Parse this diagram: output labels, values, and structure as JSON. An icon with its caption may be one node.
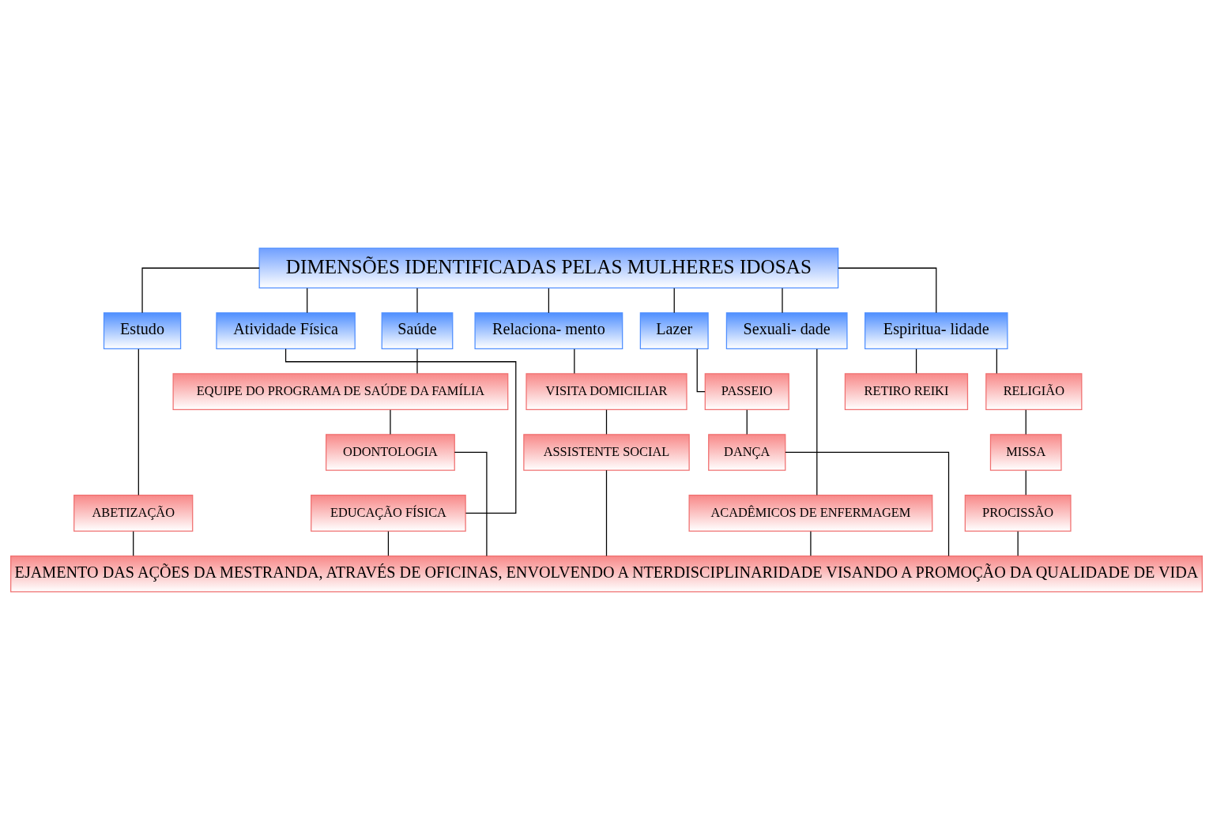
{
  "diagram": {
    "nodes": [
      {
        "text": [
          "DIMENSÕES IDENTIFICADAS PELAS MULHERES IDOSAS"
        ]
      },
      {
        "text": [
          "Estudo"
        ]
      },
      {
        "text": [
          "Atividade Física"
        ]
      },
      {
        "text": [
          "Saúde"
        ]
      },
      {
        "text": [
          "Relaciona- mento"
        ]
      },
      {
        "text": [
          "Lazer"
        ]
      },
      {
        "text": [
          "Sexuali- dade"
        ]
      },
      {
        "text": [
          "Espiritua- lidade"
        ]
      },
      {
        "text": [
          "ABETIZAÇÃO"
        ]
      },
      {
        "text": [
          "EDUCAÇÃO FÍSICA"
        ]
      },
      {
        "text": [
          "EQUIPE DO PROGRAMA DE SAÚDE DA FAMÍLIA"
        ]
      },
      {
        "text": [
          "ODONTOLOGIA"
        ]
      },
      {
        "text": [
          "VISITA DOMICILIAR"
        ]
      },
      {
        "text": [
          "ASSISTENTE SOCIAL"
        ]
      },
      {
        "text": [
          "PASSEIO"
        ]
      },
      {
        "text": [
          "DANÇA"
        ]
      },
      {
        "text": [
          "ACADÊMICOS DE ENFERMAGEM"
        ]
      },
      {
        "text": [
          "RETIRO REIKI"
        ]
      },
      {
        "text": [
          "RELIGIÃO"
        ]
      },
      {
        "text": [
          "MISSA"
        ]
      },
      {
        "text": [
          "PROCISSÃO"
        ]
      },
      {
        "text": [
          "EJAMENTO DAS AÇÕES DA MESTRANDA, ATRAVÉS DE OFICINAS, ENVOLVENDO A NTERDISCIPLINARIDADE VISANDO A PROMOÇÃO DA QUALIDADE DE VIDA"
        ]
      }
    ],
    "edges": [
      {
        "from": 0,
        "to": 1,
        "arrow": "none"
      },
      {
        "from": 0,
        "to": 2,
        "arrow": "none"
      },
      {
        "from": 0,
        "to": 3,
        "arrow": "none"
      },
      {
        "from": 0,
        "to": 4,
        "arrow": "none"
      },
      {
        "from": 0,
        "to": 5,
        "arrow": "none"
      },
      {
        "from": 0,
        "to": 6,
        "arrow": "none"
      },
      {
        "from": 0,
        "to": 7,
        "arrow": "none"
      },
      {
        "from": 1,
        "to": 8,
        "arrow": "none"
      },
      {
        "from": 8,
        "to": 21,
        "arrow": "none"
      },
      {
        "from": 2,
        "to": 9,
        "arrow": "none"
      },
      {
        "from": 9,
        "to": 21,
        "arrow": "none"
      },
      {
        "from": 3,
        "to": 10,
        "arrow": "none"
      },
      {
        "from": 10,
        "to": 11,
        "arrow": "none"
      },
      {
        "from": 11,
        "to": 21,
        "arrow": "none"
      },
      {
        "from": 4,
        "to": 12,
        "arrow": "none"
      },
      {
        "from": 12,
        "to": 13,
        "arrow": "none"
      },
      {
        "from": 13,
        "to": 21,
        "arrow": "none"
      },
      {
        "from": 5,
        "to": 14,
        "arrow": "none"
      },
      {
        "from": 14,
        "to": 15,
        "arrow": "none"
      },
      {
        "from": 15,
        "to": 21,
        "arrow": "none"
      },
      {
        "from": 6,
        "to": 16,
        "arrow": "none"
      },
      {
        "from": 16,
        "to": 21,
        "arrow": "none"
      },
      {
        "from": 7,
        "to": 17,
        "arrow": "none"
      },
      {
        "from": 7,
        "to": 18,
        "arrow": "none"
      },
      {
        "from": 18,
        "to": 19,
        "arrow": "none"
      },
      {
        "from": 19,
        "to": 20,
        "arrow": "none"
      },
      {
        "from": 20,
        "to": 21,
        "arrow": "none"
      }
    ]
  }
}
